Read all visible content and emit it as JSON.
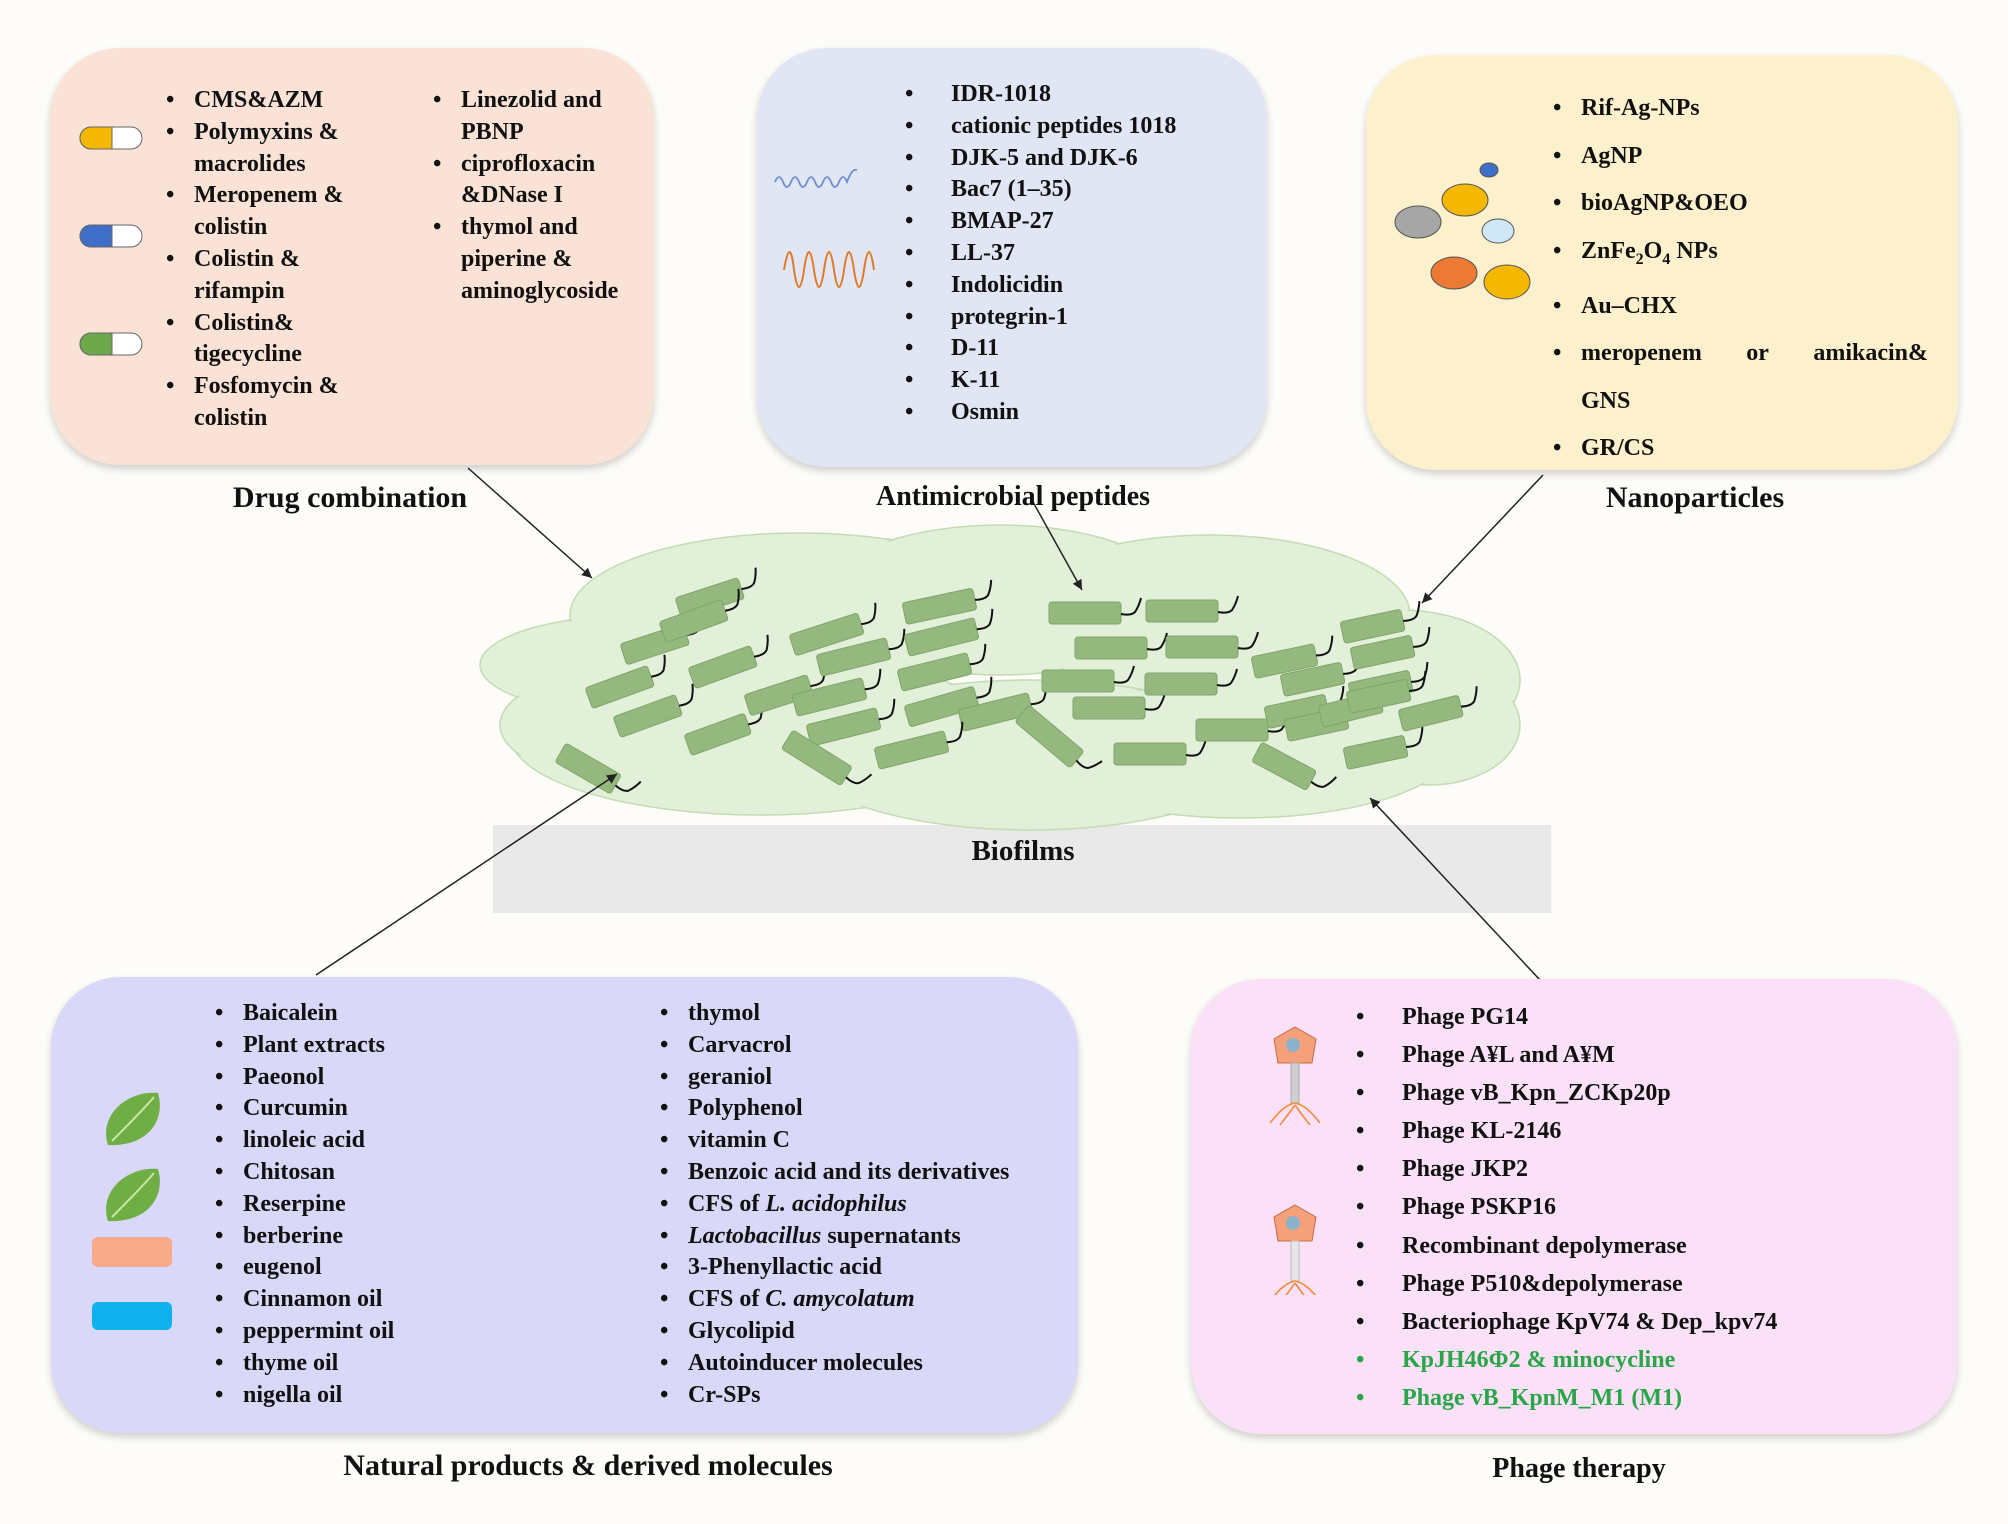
{
  "drug": {
    "title": "Drug combination",
    "col1": [
      "CMS&AZM",
      "Polymyxins &",
      "macrolides",
      "Meropenem &",
      "colistin",
      "Colistin &",
      "rifampin",
      "Colistin&",
      "tigecycline",
      "Fosfomycin &",
      "colistin"
    ],
    "col2": [
      "Linezolid and",
      "PBNP",
      " ciprofloxacin",
      "&DNase I",
      " thymol and",
      "piperine &",
      "aminoglycoside"
    ],
    "capsule_colors": [
      "#f5b800",
      "#3f6fc9",
      "#6fa84a"
    ]
  },
  "peptides": {
    "title": "Antimicrobial peptides",
    "items": [
      "IDR-1018",
      "cationic peptides 1018",
      "DJK-5 and DJK-6",
      "Bac7 (1–35)",
      "BMAP-27",
      "LL-37",
      "Indolicidin",
      "protegrin-1",
      "D-11",
      "K-11",
      "Osmin"
    ]
  },
  "nano": {
    "title": "Nanoparticles",
    "items": [
      "Rif-Ag-NPs",
      "AgNP",
      "bioAgNP&OEO",
      "ZnFe",
      "Au–CHX",
      "GNS",
      "GR/CS"
    ],
    "zn_sub1": "2",
    "zn_mid": "O",
    "zn_sub2": "4",
    "zn_tail": " NPs",
    "mero_words": [
      "meropenem",
      "or",
      "amikacin&"
    ]
  },
  "biofilm": {
    "label": "Biofilms"
  },
  "natural": {
    "title": "Natural products & derived molecules",
    "col1": [
      "Baicalein",
      "Plant extracts",
      "Paeonol",
      "Curcumin",
      "linoleic acid",
      "Chitosan",
      "Reserpine",
      "berberine",
      " eugenol",
      "Cinnamon oil",
      "peppermint oil",
      "thyme oil",
      "nigella oil"
    ],
    "col2_a": [
      "thymol",
      "Carvacrol",
      "geraniol",
      "Polyphenol",
      " vitamin C",
      "Benzoic acid and its derivatives"
    ],
    "cfs1_pre": "CFS of ",
    "cfs1_it": "L. acidophilus",
    "lacto_it": "Lactobacillus",
    "lacto_post": " supernatants",
    "phenyl": "3-Phenyllactic acid",
    "cfs2_pre": "CFS of ",
    "cfs2_it": "C. amycolatum",
    "col2_b": [
      " Glycolipid",
      "Autoinducer molecules",
      "Cr-SPs"
    ]
  },
  "phage": {
    "title": "Phage therapy",
    "items": [
      "Phage PG14",
      "Phage A¥L and A¥M",
      "Phage vB_Kpn_ZCKp20p",
      "Phage KL-2146",
      "Phage JKP2",
      "Phage PSKP16",
      "Recombinant depolymerase",
      "Phage P510&depolymerase",
      "Bacteriophage KpV74 & Dep_kpv74"
    ],
    "green_items": [
      "KpJH46Φ2 & minocycline",
      "Phage vB_KpnM_M1 (M1)"
    ]
  },
  "colors": {
    "drug_bg": "#fae3d6",
    "peptide_bg": "#e1e6f5",
    "nano_bg": "#fdf0cd",
    "natural_bg": "#d9d8f8",
    "phage_bg": "#fbe1f7",
    "biofilm_fill": "#e2f0d9",
    "bacteria": "#94b87d",
    "green_text": "#2aa548"
  }
}
